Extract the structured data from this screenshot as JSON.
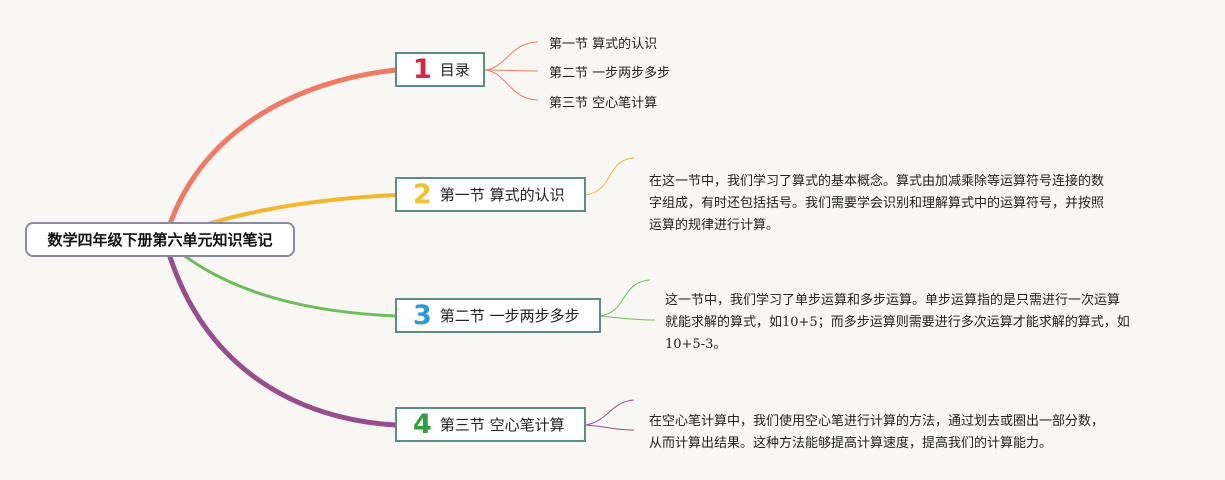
{
  "root": {
    "title": "数学四年级下册第六单元知识笔记"
  },
  "branches": [
    {
      "number": "1",
      "title": "目录",
      "color": "#f07a64",
      "children": [
        "第一节 算式的认识",
        "第二节 一步两步多步",
        "第三节 空心笔计算"
      ]
    },
    {
      "number": "2",
      "title": "第一节 算式的认识",
      "color": "#f2b731",
      "description_lines": [
        "在这一节中，我们学习了算式的基本概念。算式由加减乘除等运算符号连接的数",
        "字组成，有时还包括括号。我们需要学会识别和理解算式中的运算符号，并按照",
        "运算的规律进行计算。"
      ]
    },
    {
      "number": "3",
      "title": "第二节 一步两步多步",
      "color": "#6cbf57",
      "description_lines": [
        "这一节中，我们学习了单步运算和多步运算。单步运算指的是只需进行一次运算",
        "就能求解的算式，如10+5；而多步运算则需要进行多次运算才能求解的算式，如",
        "10+5-3。"
      ]
    },
    {
      "number": "4",
      "title": "第三节 空心笔计算",
      "color": "#984d8f",
      "description_lines": [
        "在空心笔计算中，我们使用空心笔进行计算的方法，通过划去或圈出一部分数，",
        "从而计算出结果。这种方法能够提高计算速度，提高我们的计算能力。"
      ]
    }
  ],
  "number_colors": [
    "#d7263d",
    "#f2c12e",
    "#2f9bd6",
    "#2f9e3e"
  ]
}
